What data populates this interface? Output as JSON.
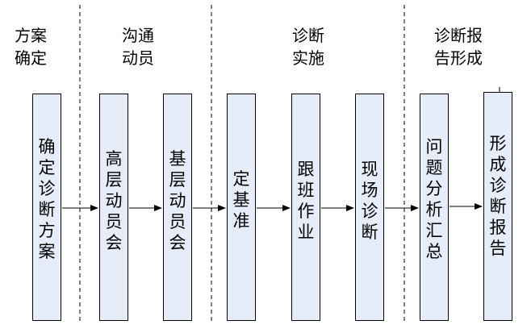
{
  "phases": [
    {
      "label": "方案\n确定"
    },
    {
      "label": "沟通\n动员"
    },
    {
      "label": "诊断\n实施"
    },
    {
      "label": "诊断报\n告形成"
    }
  ],
  "steps": [
    {
      "label": "确\n定\n诊\n断\n方\n案"
    },
    {
      "label": "高\n层\n动\n员\n会"
    },
    {
      "label": "基\n层\n动\n员\n会"
    },
    {
      "label": "定\n基\n准"
    },
    {
      "label": "跟\n班\n作\n业"
    },
    {
      "label": "现\n场\n诊\n断"
    },
    {
      "label": "问\n题\n分\n析\n汇\n总"
    },
    {
      "label": "形\n成\n诊\n断\n报\n告"
    }
  ],
  "colors": {
    "box_fill": "#e6ecf8",
    "stroke": "#000000"
  }
}
